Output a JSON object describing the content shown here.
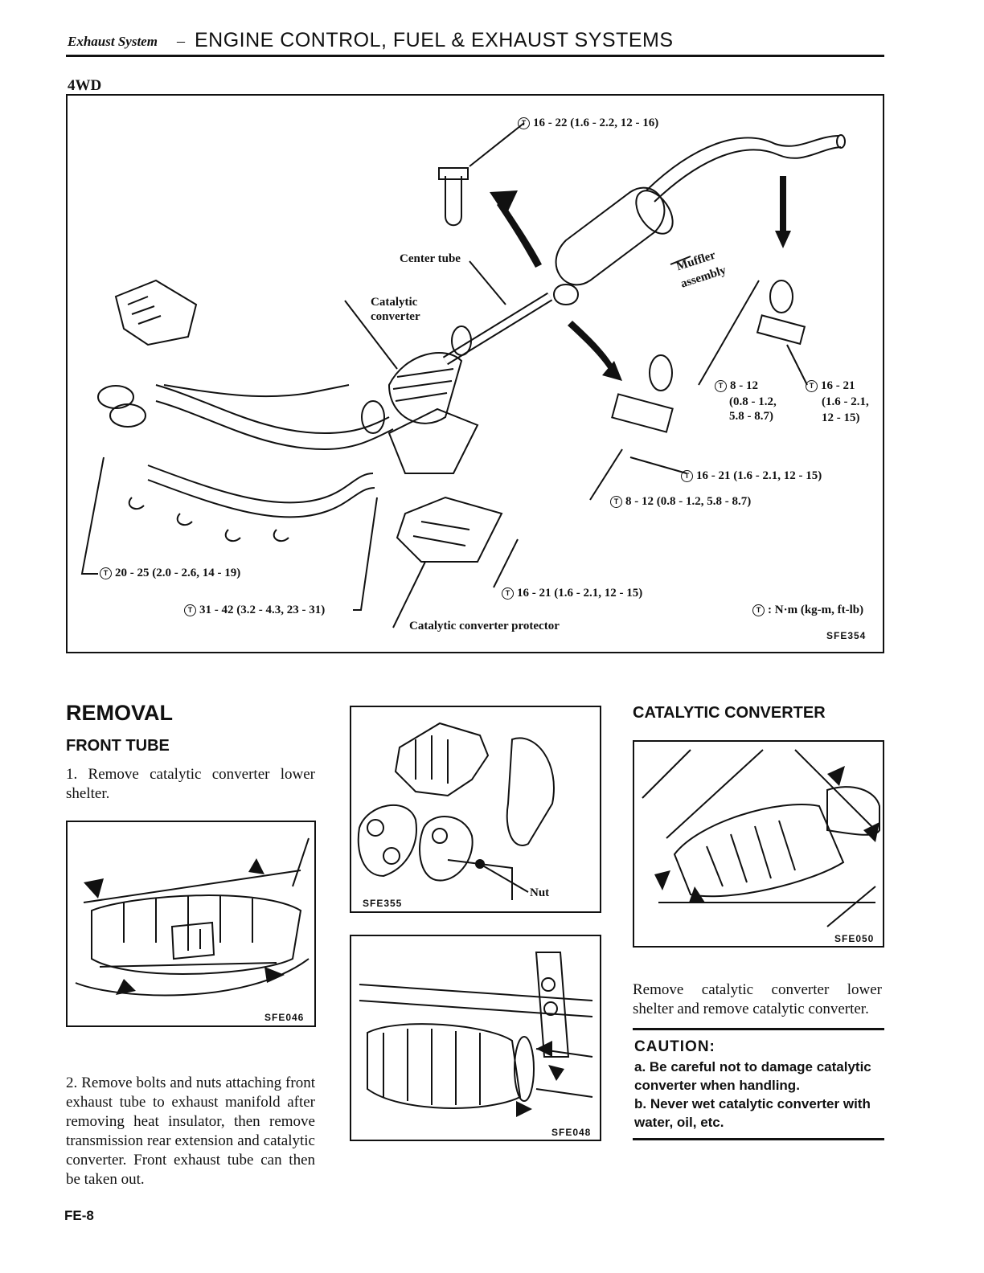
{
  "header": {
    "section_italic": "Exhaust System",
    "dash": "–",
    "title": "ENGINE CONTROL, FUEL & EXHAUST SYSTEMS"
  },
  "diagram": {
    "label": "4WD",
    "callouts": {
      "top_clamp": "16 - 22 (1.6 - 2.2, 12 - 16)",
      "center_tube": "Center tube",
      "catalytic_converter_l1": "Catalytic",
      "catalytic_converter_l2": "converter",
      "muffler_l1": "Muffler",
      "muffler_l2": "assembly",
      "mount_a_l1": "8 - 12",
      "mount_a_l2": "(0.8 - 1.2,",
      "mount_a_l3": "5.8 - 8.7)",
      "mount_b_l1": "16 - 21",
      "mount_b_l2": "(1.6 - 2.1,",
      "mount_b_l3": "12 - 15)",
      "bracket_upper": "16 - 21 (1.6 - 2.1, 12 - 15)",
      "bracket_lower": "8 - 12 (0.8 - 1.2, 5.8 - 8.7)",
      "manifold": "20 - 25 (2.0 - 2.6, 14 - 19)",
      "front_flange": "31 - 42 (3.2 - 4.3, 23 - 31)",
      "protector_bolt": "16 - 21 (1.6 - 2.1, 12 - 15)",
      "protector": "Catalytic converter protector",
      "legend": ": N·m (kg-m, ft-lb)",
      "torque_symbol": "T"
    },
    "code": "SFE354"
  },
  "removal": {
    "heading": "REMOVAL",
    "subheading": "FRONT TUBE",
    "step1": "1.  Remove catalytic converter lower shelter.",
    "step2": "2.  Remove bolts and nuts attaching front exhaust tube to exhaust manifold after removing heat insulator, then remove transmission rear extension and catalytic converter. Front exhaust tube can then be taken out."
  },
  "figures": {
    "fig1_code": "SFE046",
    "fig2_code": "SFE355",
    "fig2_nut": "Nut",
    "fig3_code": "SFE048",
    "fig4_code": "SFE050"
  },
  "catalytic": {
    "heading": "CATALYTIC CONVERTER",
    "text": "Remove catalytic converter lower shelter and remove catalytic converter.",
    "caution_title": "CAUTION:",
    "caution_a": "a.  Be careful not to damage catalytic converter when handling.",
    "caution_b": "b.  Never wet catalytic converter with water, oil, etc."
  },
  "footer": {
    "page": "FE-8"
  }
}
